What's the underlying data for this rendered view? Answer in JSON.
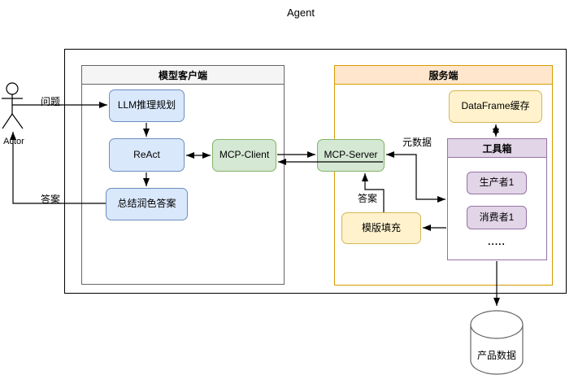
{
  "title": "Agent",
  "actor": {
    "label": "Actor"
  },
  "edge_labels": {
    "question": "问题",
    "answer_to_actor": "答案",
    "metadata": "元数据",
    "answer_to_server": "答案"
  },
  "client_group": {
    "title": "模型客户端",
    "nodes": {
      "llm": "LLM推理规划",
      "react": "ReAct",
      "summary": "总结润色答案"
    }
  },
  "mcp": {
    "client": "MCP-Client",
    "server": "MCP-Server"
  },
  "server_group": {
    "title": "服务端",
    "dataframe_cache": "DataFrame缓存",
    "toolbox": {
      "title": "工具箱",
      "items": [
        "生产者1",
        "消费者1",
        "....."
      ]
    },
    "template_fill": "模版填充"
  },
  "database": {
    "label": "产品数据"
  },
  "colors": {
    "blue_fill": "#dae8fc",
    "blue_stroke": "#6c8ebf",
    "green_fill": "#d5e8d4",
    "green_stroke": "#82b366",
    "yellow_fill": "#fff2cc",
    "yellow_stroke": "#d6b656",
    "purple_fill": "#e1d5e7",
    "purple_stroke": "#9673a6",
    "server_header_fill": "#ffe6cc",
    "server_stroke": "#d79b00",
    "client_header_fill": "#f5f5f5",
    "client_stroke": "#666666",
    "outer_stroke": "#000000"
  }
}
